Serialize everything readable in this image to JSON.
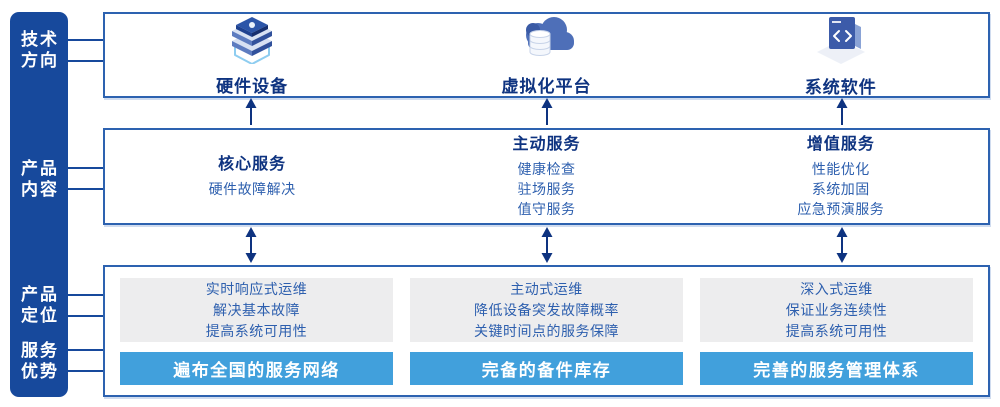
{
  "colors": {
    "rail_blue": "#17499c",
    "panel_border_blue": "#2d62b0",
    "title_navy": "#0e3380",
    "body_blue": "#2d5fae",
    "advantage_bar_blue": "#41a0dc",
    "positioning_gray": "#ededee",
    "arrow_navy": "#0e3380",
    "icon_wireframe_blue": "#8ecdf0"
  },
  "sidebar": {
    "groups": [
      {
        "line1": "技术",
        "line2": "方向"
      },
      {
        "line1": "产品",
        "line2": "内容"
      },
      {
        "line1": "产品",
        "line2": "定位"
      },
      {
        "line1": "服务",
        "line2": "优势"
      }
    ]
  },
  "tech_row": {
    "items": [
      {
        "icon": "server-stack-icon",
        "label": "硬件设备"
      },
      {
        "icon": "cloud-database-icon",
        "label": "虚拟化平台"
      },
      {
        "icon": "code-window-icon",
        "label": "系统软件"
      }
    ]
  },
  "content_row": {
    "columns": [
      {
        "title": "核心服务",
        "items": [
          "硬件故障解决"
        ]
      },
      {
        "title": "主动服务",
        "items": [
          "健康检查",
          "驻场服务",
          "值守服务"
        ]
      },
      {
        "title": "增值服务",
        "items": [
          "性能优化",
          "系统加固",
          "应急预演服务"
        ]
      }
    ]
  },
  "bottom_row": {
    "columns": [
      {
        "positioning": [
          "实时响应式运维",
          "解决基本故障",
          "提高系统可用性"
        ],
        "advantage": "遍布全国的服务网络"
      },
      {
        "positioning": [
          "主动式运维",
          "降低设备突发故障概率",
          "关键时间点的服务保障"
        ],
        "advantage": "完备的备件库存"
      },
      {
        "positioning": [
          "深入式运维",
          "保证业务连续性",
          "提高系统可用性"
        ],
        "advantage": "完善的服务管理体系"
      }
    ]
  }
}
